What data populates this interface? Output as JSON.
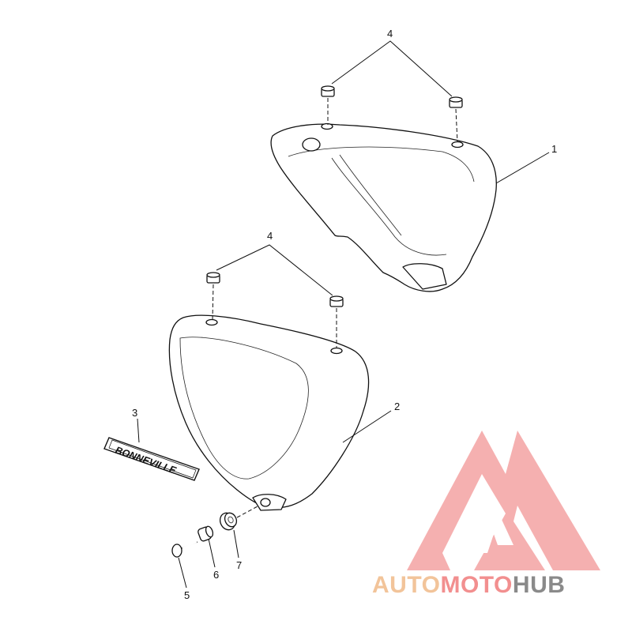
{
  "diagram": {
    "callouts": [
      {
        "id": "1",
        "text": "1"
      },
      {
        "id": "2",
        "text": "2"
      },
      {
        "id": "3",
        "text": "3"
      },
      {
        "id": "4a",
        "text": "4"
      },
      {
        "id": "4b",
        "text": "4"
      },
      {
        "id": "5",
        "text": "5"
      },
      {
        "id": "6",
        "text": "6"
      },
      {
        "id": "7",
        "text": "7"
      }
    ],
    "decal_text": "BONNEVILLE"
  },
  "watermark": {
    "part1": "AUTO",
    "part2": "MOTO",
    "part3": "HUB",
    "colors": {
      "auto": "#f2c49a",
      "moto": "#f28f8f",
      "hub": "#8a8a8a",
      "logo": "#f4a3a3"
    }
  }
}
